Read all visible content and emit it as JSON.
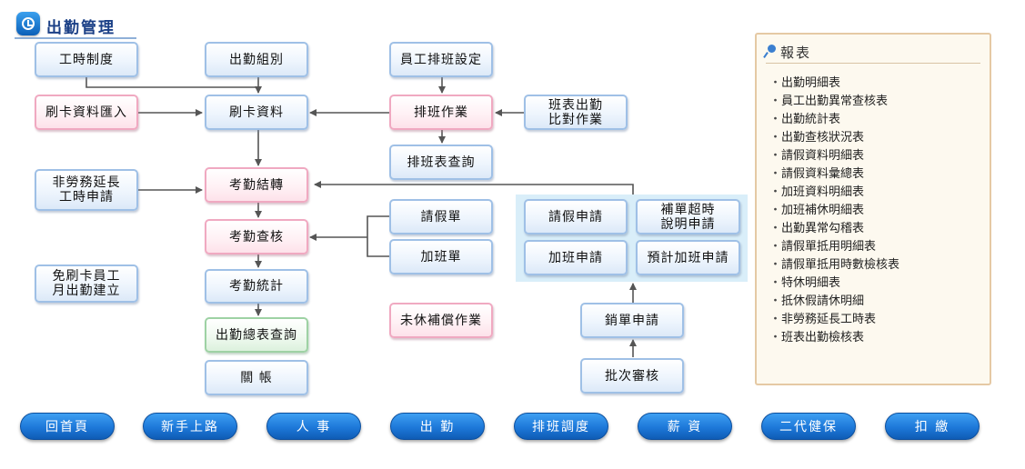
{
  "header": {
    "title": "出勤管理"
  },
  "flow": {
    "work_hours_system": "工時制度",
    "attendance_group": "出勤組別",
    "employee_shift_setting": "員工排班設定",
    "card_import": "刷卡資料匯入",
    "card_data": "刷卡資料",
    "shift_operation": "排班作業",
    "shift_attendance_compare": "班表出勤\n比對作業",
    "shift_query": "排班表查詢",
    "non_labor_overtime": "非勞務延長\n工時申請",
    "attendance_transfer": "考勤結轉",
    "attendance_check": "考勤查核",
    "attendance_stats": "考勤統計",
    "attendance_summary_query": "出勤總表查詢",
    "close_account": "關 帳",
    "no_card_monthly": "免刷卡員工\n月出勤建立",
    "leave_form": "請假單",
    "overtime_form": "加班單",
    "unused_leave_comp": "未休補償作業",
    "leave_apply": "請假申請",
    "supplement_overtime": "補單超時\n說明申請",
    "overtime_apply": "加班申請",
    "planned_overtime_apply": "預計加班申請",
    "cancel_apply": "銷單申請",
    "batch_review": "批次審核"
  },
  "reports": {
    "title": "報表",
    "items": [
      "出勤明細表",
      "員工出勤異常查核表",
      "出勤統計表",
      "出勤查核狀況表",
      "請假資料明細表",
      "請假資料彙總表",
      "加班資料明細表",
      "加班補休明細表",
      "出勤異常勾稽表",
      "請假單抵用明細表",
      "請假單抵用時數檢核表",
      "特休明細表",
      "抵休假請休明細",
      "非勞務延長工時表",
      "班表出勤檢核表"
    ]
  },
  "nav": [
    "回首頁",
    "新手上路",
    "人 事",
    "出 勤",
    "排班調度",
    "薪 資",
    "二代健保",
    "扣 繳"
  ],
  "colors": {
    "line": "#555555",
    "nav": "#1d78d9",
    "title": "#1a3f86"
  }
}
